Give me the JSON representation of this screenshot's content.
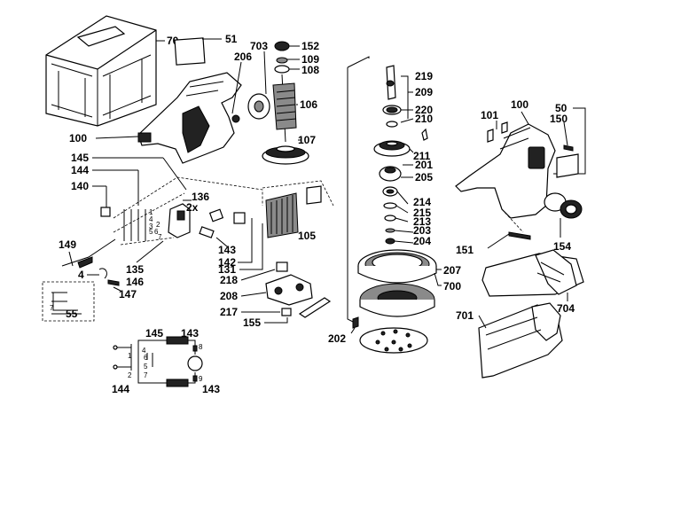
{
  "labels": {
    "l70": "70",
    "l51": "51",
    "l206": "206",
    "l703": "703",
    "l152": "152",
    "l109": "109",
    "l108": "108",
    "l106": "106",
    "l107": "107",
    "l100a": "100",
    "l145a": "145",
    "l144a": "144",
    "l140": "140",
    "l136": "136",
    "l2x": "2x",
    "l149": "149",
    "l4": "4",
    "l146": "146",
    "l147": "147",
    "l135": "135",
    "l55": "55",
    "l143a": "143",
    "l142": "142",
    "l131": "131",
    "l105": "105",
    "l218": "218",
    "l208": "208",
    "l217": "217",
    "l155": "155",
    "l219": "219",
    "l209": "209",
    "l220": "220",
    "l210": "210",
    "l211": "211",
    "l201": "201",
    "l205": "205",
    "l214": "214",
    "l215": "215",
    "l213": "213",
    "l203": "203",
    "l204": "204",
    "l207": "207",
    "l700": "700",
    "l202": "202",
    "l101": "101",
    "l100b": "100",
    "l50": "50",
    "l150": "150",
    "l151": "151",
    "l154": "154",
    "l704": "704",
    "l701": "701",
    "l145b": "145",
    "l143b": "143",
    "l144b": "144",
    "l143c": "143"
  },
  "terminal_numbers": {
    "t1": "1",
    "t2": "2",
    "t3": "3",
    "t4": "4",
    "t5": "5",
    "t6": "6",
    "t7": "7",
    "w1": "1",
    "w2": "2",
    "w4": "4",
    "w5": "5",
    "w6": "6",
    "w7": "7",
    "w8": "8",
    "w9": "9",
    "p7": "7"
  }
}
